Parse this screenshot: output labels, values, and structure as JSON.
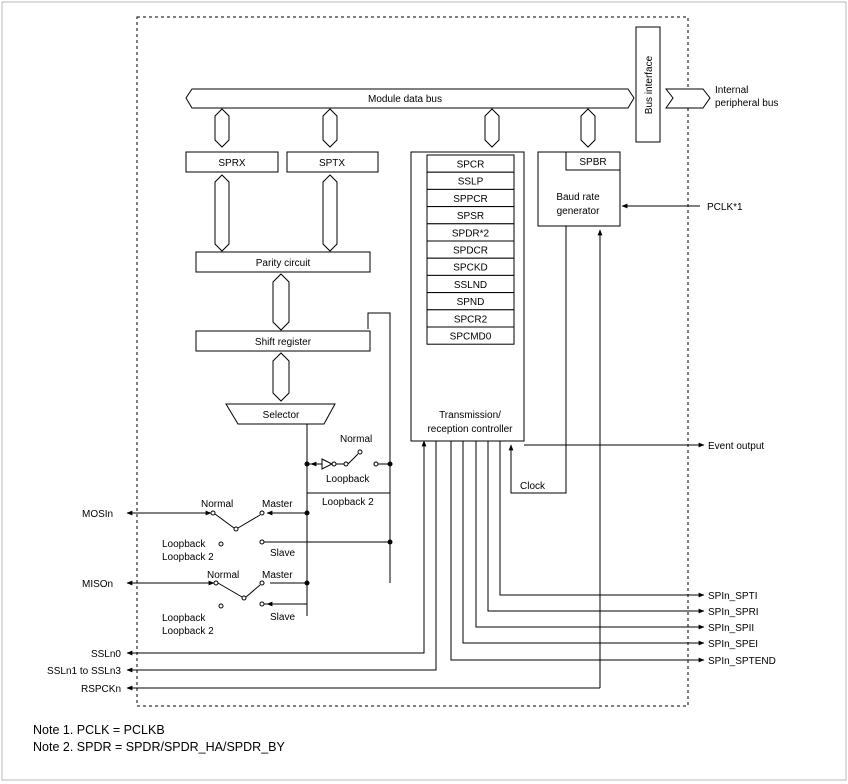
{
  "buses": {
    "module_data_bus": "Module data bus",
    "bus_interface": "Bus interface",
    "internal_peripheral_bus_line1": "Internal",
    "internal_peripheral_bus_line2": "peripheral bus"
  },
  "blocks": {
    "sprx": "SPRX",
    "sptx": "SPTX",
    "spbr": "SPBR",
    "baud_rate_line1": "Baud rate",
    "baud_rate_line2": "generator",
    "parity_circuit": "Parity circuit",
    "shift_register": "Shift register",
    "selector": "Selector",
    "trc_line1": "Transmission/",
    "trc_line2": "reception controller"
  },
  "registers": [
    "SPCR",
    "SSLP",
    "SPPCR",
    "SPSR",
    "SPDR*2",
    "SPDCR",
    "SPCKD",
    "SSLND",
    "SPND",
    "SPCR2",
    "SPCMD0"
  ],
  "signals": {
    "pclk": "PCLK*1",
    "event_output": "Event output",
    "clock": "Clock",
    "outputs": [
      "SPIn_SPTI",
      "SPIn_SPRI",
      "SPIn_SPII",
      "SPIn_SPEI",
      "SPIn_SPTEND"
    ],
    "left": {
      "mosi": "MOSIn",
      "miso": "MISOn",
      "ssln0": "SSLn0",
      "ssln13": "SSLn1 to SSLn3",
      "rspck": "RSPCKn"
    }
  },
  "switches": {
    "normal": "Normal",
    "loopback": "Loopback",
    "loopback2": "Loopback 2",
    "master": "Master",
    "slave": "Slave"
  },
  "notes": [
    "Note 1.  PCLK = PCLKB",
    "Note 2.  SPDR = SPDR/SPDR_HA/SPDR_BY"
  ]
}
